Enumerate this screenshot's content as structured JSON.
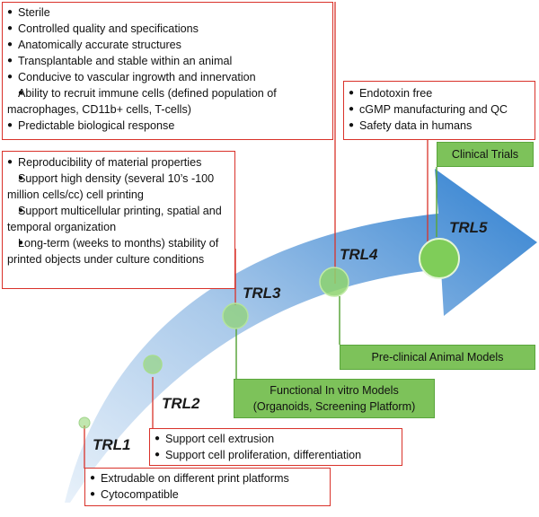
{
  "colors": {
    "arrow_light": "#e8f1fa",
    "arrow_dark": "#2e7fd0",
    "milestone_fill": "#8ed36e",
    "box_border": "#d9322a",
    "green_box": "#7dc25a",
    "connector": "#5aa63c"
  },
  "stages": [
    {
      "label": "TRL1"
    },
    {
      "label": "TRL2"
    },
    {
      "label": "TRL3"
    },
    {
      "label": "TRL4"
    },
    {
      "label": "TRL5"
    }
  ],
  "requirements": {
    "trl1": [
      "Extrudable on different print platforms",
      "Cytocompatible"
    ],
    "trl2": [
      "Support cell extrusion",
      "Support cell proliferation, differentiation"
    ],
    "trl3": [
      "Reproducibility of material properties",
      "Support high density (several 10’s -100 million cells/cc) cell printing",
      "Support multicellular printing, spatial and temporal organization",
      "Long-term (weeks to months) stability of printed objects under culture conditions"
    ],
    "trl4": [
      "Sterile",
      "Controlled quality and specifications",
      "Anatomically accurate structures",
      "Transplantable and stable within an animal",
      "Conducive to vascular ingrowth and innervation",
      "Ability to recruit immune cells  (defined population of macrophages, CD11b+ cells, T-cells)",
      "Predictable biological response"
    ],
    "trl5": [
      "Endotoxin free",
      "cGMP manufacturing and QC",
      "Safety data in humans"
    ]
  },
  "models": {
    "functional_line1": "Functional In vitro Models",
    "functional_line2": "(Organoids, Screening Platform)",
    "preclinical": "Pre-clinical Animal Models",
    "clinical": "Clinical Trials"
  }
}
